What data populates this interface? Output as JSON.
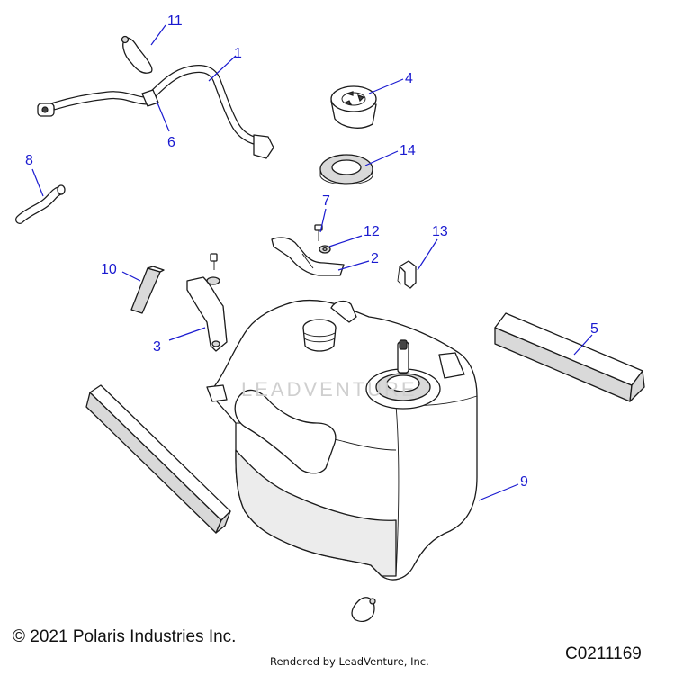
{
  "callouts": [
    "11",
    "1",
    "4",
    "6",
    "14",
    "8",
    "7",
    "13",
    "12",
    "2",
    "10",
    "5",
    "3",
    "9"
  ],
  "watermark": "LEADVENTURE",
  "footer": {
    "copyright": "© 2021 Polaris Industries Inc.",
    "rendered_by": "Rendered by LeadVenture, Inc.",
    "diagram_code": "C0211169"
  },
  "colors": {
    "callout": "#1a1ad0",
    "line": "#1b1b1b"
  }
}
